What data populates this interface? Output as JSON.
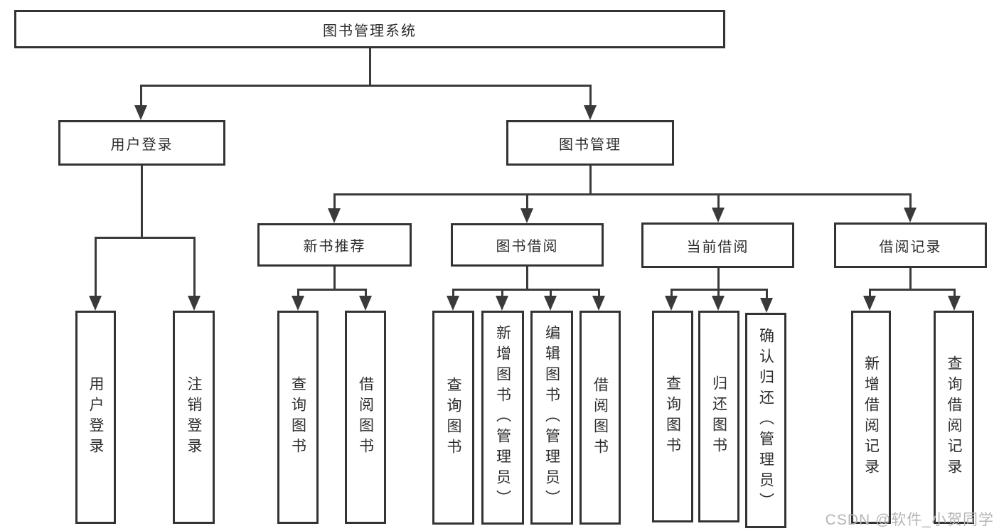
{
  "diagram": {
    "title": "图书管理系统",
    "type": "hierarchy-tree",
    "tree": {
      "label": "图书管理系统",
      "children": [
        {
          "label": "用户登录",
          "children": [
            {
              "label": "用户登录"
            },
            {
              "label": "注销登录"
            }
          ]
        },
        {
          "label": "图书管理",
          "children": [
            {
              "label": "新书推荐",
              "children": [
                {
                  "label": "查询图书"
                },
                {
                  "label": "借阅图书"
                }
              ]
            },
            {
              "label": "图书借阅",
              "children": [
                {
                  "label": "查询图书"
                },
                {
                  "label": "新增图书（管理员）"
                },
                {
                  "label": "编辑图书（管理员）"
                },
                {
                  "label": "借阅图书"
                }
              ]
            },
            {
              "label": "当前借阅",
              "children": [
                {
                  "label": "查询图书"
                },
                {
                  "label": "归还图书"
                },
                {
                  "label": "确认归还（管理员）"
                }
              ]
            },
            {
              "label": "借阅记录",
              "children": [
                {
                  "label": "新增借阅记录"
                },
                {
                  "label": "查询借阅记录"
                }
              ]
            }
          ]
        }
      ]
    }
  },
  "watermark": {
    "text": "CSDN @软件_小贺同学"
  },
  "colors": {
    "background": "#ffffff",
    "box_border": "#333333",
    "box_fill": "#ffffff",
    "text": "#2d2d2d",
    "connector": "#3a3a3a",
    "watermark": "#b5b5b5"
  }
}
